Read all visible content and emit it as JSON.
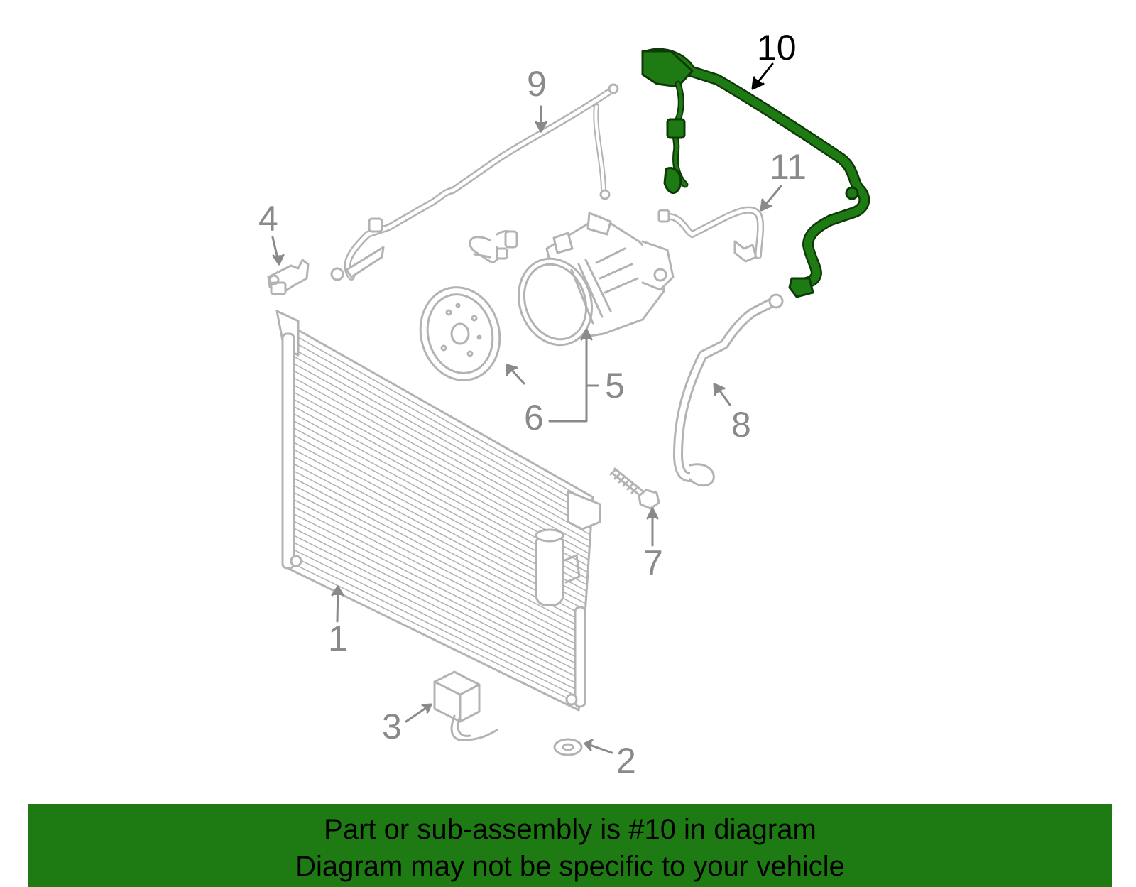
{
  "diagram": {
    "highlight_part": "10",
    "callouts": [
      {
        "id": "1",
        "label": "1"
      },
      {
        "id": "2",
        "label": "2"
      },
      {
        "id": "3",
        "label": "3"
      },
      {
        "id": "4",
        "label": "4"
      },
      {
        "id": "5",
        "label": "5"
      },
      {
        "id": "6",
        "label": "6"
      },
      {
        "id": "7",
        "label": "7"
      },
      {
        "id": "8",
        "label": "8"
      },
      {
        "id": "9",
        "label": "9"
      },
      {
        "id": "10",
        "label": "10"
      },
      {
        "id": "11",
        "label": "11"
      }
    ],
    "colors": {
      "part_gray": "#b3b3b3",
      "label_gray": "#8a8a8a",
      "highlight_green": "#1e7a12",
      "highlight_text": "#000000",
      "banner_bg": "#1e7a12"
    }
  },
  "banner": {
    "line1": "Part or sub-assembly is #10 in diagram",
    "line2": "Diagram may not be specific to your vehicle"
  }
}
